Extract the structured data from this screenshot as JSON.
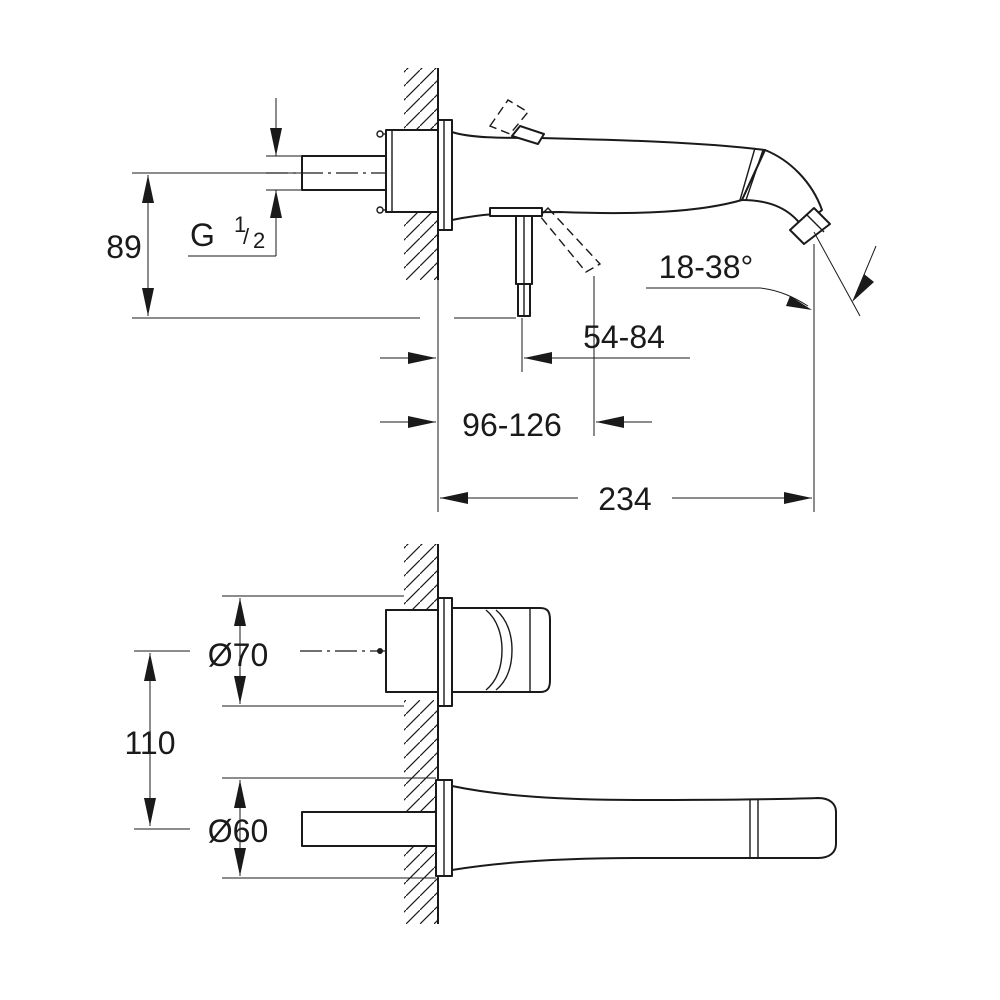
{
  "top_view": {
    "dim_height": "89",
    "thread_main": "G",
    "thread_num": "1",
    "thread_sep": "/",
    "thread_den": "2",
    "angle": "18-38°",
    "dim_lever_depth": "54-84",
    "dim_wall_depth": "96-126",
    "dim_total_length": "234"
  },
  "front_view": {
    "dim_rosette_upper": "Ø70",
    "dim_spacing": "110",
    "dim_rosette_lower": "Ø60"
  }
}
